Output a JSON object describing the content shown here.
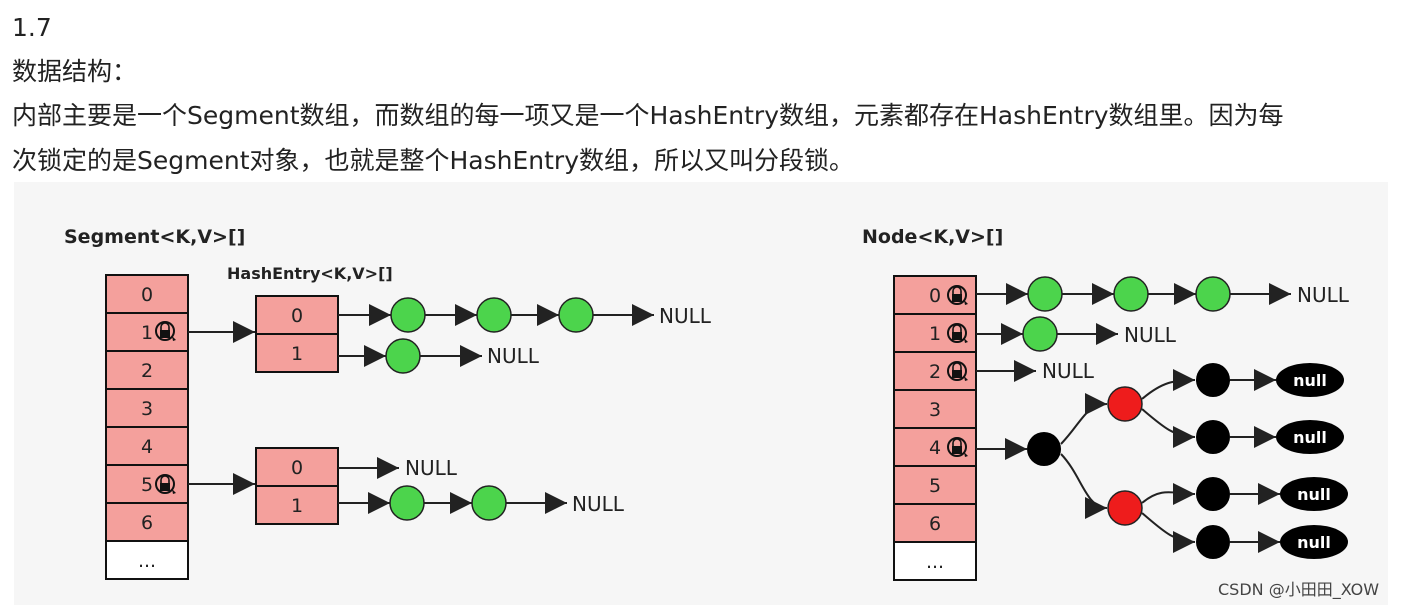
{
  "text": {
    "version": "1.7",
    "label": "数据结构：",
    "para_line1": "内部主要是一个Segment数组，而数组的每一项又是一个HashEntry数组，元素都存在HashEntry数组里。因为每",
    "para_line2": "次锁定的是Segment对象，也就是整个HashEntry数组，所以又叫分段锁。"
  },
  "left_diagram": {
    "title": "Segment<K,V>[]",
    "sub_title": "HashEntry<K,V>[]",
    "indices": [
      "0",
      "1",
      "2",
      "3",
      "4",
      "5",
      "6",
      "..."
    ],
    "hash_entries_a": [
      "0",
      "1"
    ],
    "hash_entries_b": [
      "0",
      "1"
    ],
    "null_label": "NULL"
  },
  "right_diagram": {
    "title": "Node<K,V>[]",
    "indices": [
      "0",
      "1",
      "2",
      "3",
      "4",
      "5",
      "6",
      "..."
    ],
    "null_label": "NULL",
    "tree_null_label": "null"
  },
  "colors": {
    "cell": "#f4a09c",
    "green_node": "#4cd44c",
    "red_node": "#ee1c1c",
    "black_node": "#000000"
  },
  "icons": [
    "lock-icon"
  ],
  "watermark": "CSDN @小田田_XOW"
}
